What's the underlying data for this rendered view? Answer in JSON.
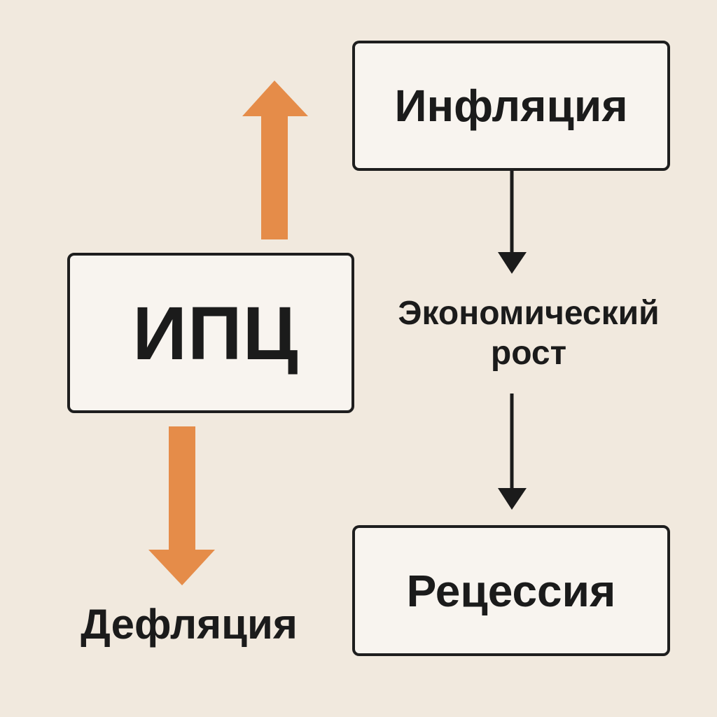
{
  "nodes": {
    "cpi": "ИПЦ",
    "inflation": "Инфляция",
    "growth": "Экономический рост",
    "recession": "Рецессия",
    "deflation": "Дефляция"
  },
  "colors": {
    "background": "#f1e9de",
    "box_fill": "#f8f4ef",
    "outline": "#1e1e1e",
    "accent_arrow": "#e58c49",
    "connector": "#1b1b1b"
  },
  "edges": [
    {
      "from": "cpi",
      "to": "up",
      "style": "orange-thick"
    },
    {
      "from": "cpi",
      "to": "deflation",
      "style": "orange-thick"
    },
    {
      "from": "inflation",
      "to": "growth",
      "style": "black-thin"
    },
    {
      "from": "growth",
      "to": "recession",
      "style": "black-thin"
    }
  ]
}
